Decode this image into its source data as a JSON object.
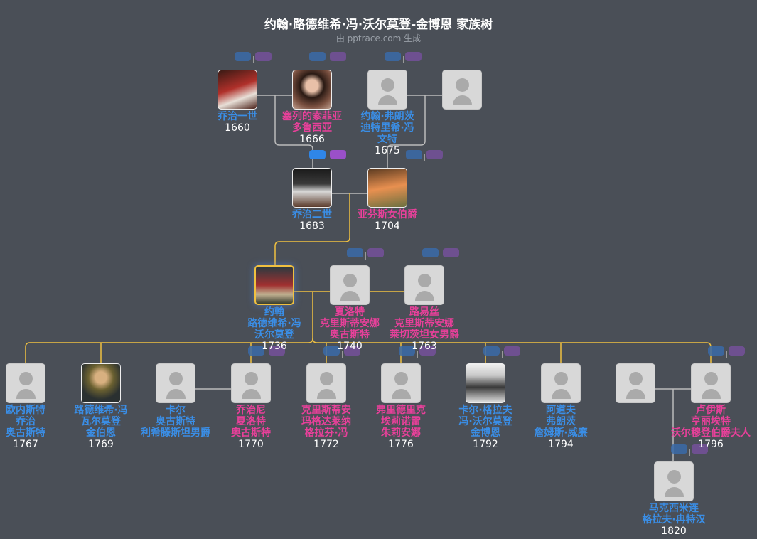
{
  "title": "约翰·路德维希·冯·沃尔莫登-金博恩 家族树",
  "subtitle": "由 pptrace.com 生成",
  "colors": {
    "male": "#3a8ee6",
    "female": "#e8409a",
    "line": "#bbbbbb",
    "highlight": "#f0c040",
    "background": "#4a4f57"
  },
  "nodes": [
    {
      "id": "g1",
      "lines": [
        "乔治一世"
      ],
      "year": "1660",
      "gender": "male",
      "photo": true,
      "icon": "portrait"
    },
    {
      "id": "sophia",
      "lines": [
        "塞列的索菲亚",
        "多鲁西亚"
      ],
      "year": "1666",
      "gender": "female",
      "photo": true,
      "icon": "portrait"
    },
    {
      "id": "jfd",
      "lines": [
        "约翰·弗朗茨",
        "迪特里希·冯",
        "文特"
      ],
      "year": "1675",
      "gender": "male",
      "photo": false,
      "icon": "person-placeholder"
    },
    {
      "id": "u1",
      "lines": [],
      "year": "",
      "gender": "female",
      "photo": false,
      "icon": "person-placeholder"
    },
    {
      "id": "g2",
      "lines": [
        "乔治二世"
      ],
      "year": "1683",
      "gender": "male",
      "photo": true,
      "icon": "portrait"
    },
    {
      "id": "amalie",
      "lines": [
        "亚芬斯女伯爵"
      ],
      "year": "1704",
      "gender": "female",
      "photo": true,
      "icon": "portrait"
    },
    {
      "id": "johann",
      "lines": [
        "约翰",
        "路德维希·冯",
        "沃尔莫登"
      ],
      "year": "1736",
      "gender": "male",
      "photo": true,
      "focus": true,
      "icon": "portrait"
    },
    {
      "id": "charlotte",
      "lines": [
        "夏洛特",
        "克里斯蒂安娜",
        "奥古斯特"
      ],
      "year": "1740",
      "gender": "female",
      "photo": false,
      "icon": "person-placeholder"
    },
    {
      "id": "louise",
      "lines": [
        "路易丝",
        "克里斯蒂安娜",
        "莱切茨坦女男爵"
      ],
      "year": "1763",
      "gender": "female",
      "photo": false,
      "icon": "person-placeholder"
    },
    {
      "id": "c1",
      "lines": [
        "欧内斯特",
        "乔治",
        "奥古斯特"
      ],
      "year": "1767",
      "gender": "male",
      "photo": false,
      "icon": "person-placeholder"
    },
    {
      "id": "c2",
      "lines": [
        "路德维希·冯",
        "瓦尔莫登",
        "金伯恩"
      ],
      "year": "1769",
      "gender": "male",
      "photo": true,
      "icon": "portrait"
    },
    {
      "id": "c3",
      "lines": [
        "卡尔",
        "奥古斯特",
        "利希滕斯坦男爵"
      ],
      "year": "",
      "gender": "male",
      "photo": false,
      "icon": "person-placeholder"
    },
    {
      "id": "c4",
      "lines": [
        "乔治尼",
        "夏洛特",
        "奥古斯特"
      ],
      "year": "1770",
      "gender": "female",
      "photo": false,
      "icon": "person-placeholder"
    },
    {
      "id": "c5",
      "lines": [
        "克里斯蒂安",
        "玛格达莱纳",
        "格拉芬·冯"
      ],
      "year": "1772",
      "gender": "female",
      "photo": false,
      "icon": "person-placeholder"
    },
    {
      "id": "c6",
      "lines": [
        "弗里德里克",
        "埃莉诺雷",
        "朱莉安娜"
      ],
      "year": "1776",
      "gender": "female",
      "photo": false,
      "icon": "person-placeholder"
    },
    {
      "id": "c7",
      "lines": [
        "卡尔·格拉夫",
        "冯·沃尔莫登",
        "金博恩"
      ],
      "year": "1792",
      "gender": "male",
      "photo": true,
      "icon": "portrait-bw"
    },
    {
      "id": "c8",
      "lines": [
        "阿道夫",
        "弗朗茨",
        "詹姆斯·威廉"
      ],
      "year": "1794",
      "gender": "male",
      "photo": false,
      "icon": "person-placeholder"
    },
    {
      "id": "u2",
      "lines": [],
      "year": "",
      "gender": "male",
      "photo": false,
      "icon": "person-placeholder"
    },
    {
      "id": "c9",
      "lines": [
        "卢伊斯",
        "亨丽埃特",
        "沃尔穆登伯爵夫人"
      ],
      "year": "1796",
      "gender": "female",
      "photo": false,
      "icon": "person-placeholder"
    },
    {
      "id": "gc1",
      "lines": [
        "马克西米连",
        "格拉夫·冉特汉"
      ],
      "year": "1820",
      "gender": "male",
      "photo": false,
      "icon": "person-placeholder"
    }
  ]
}
